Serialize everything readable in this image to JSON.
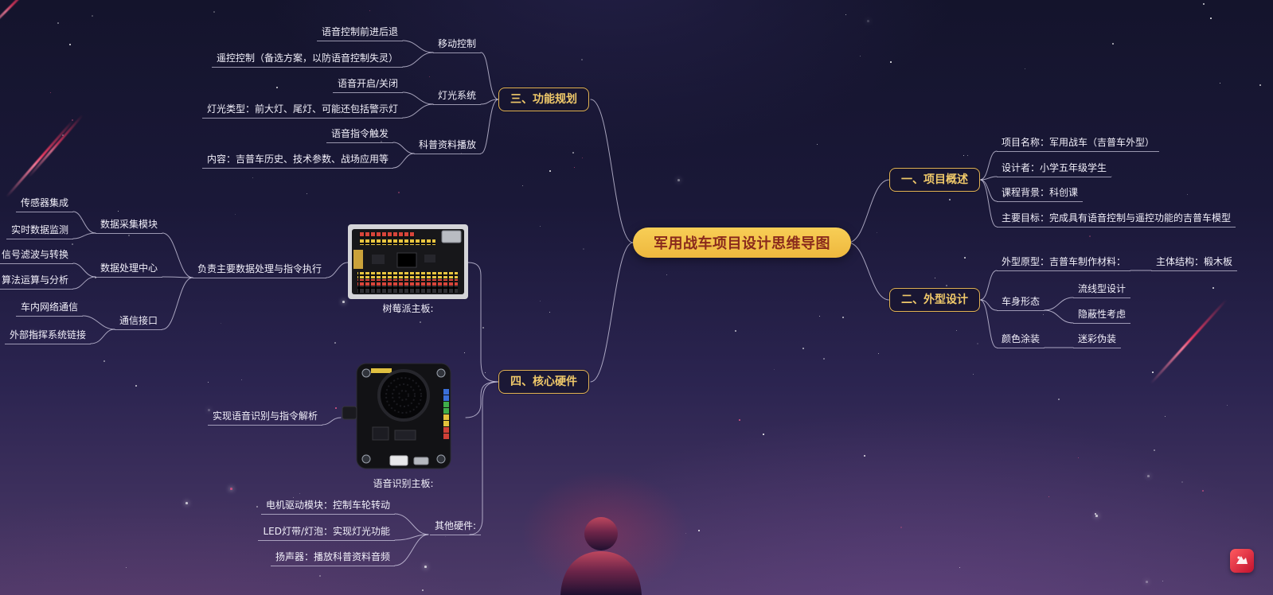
{
  "center_title": "军用战车项目设计思维导图",
  "branch1": {
    "label": "一、项目概述",
    "items": {
      "name": "项目名称：军用战车（吉普车外型）",
      "designer": "设计者：小学五年级学生",
      "course": "课程背景：科创课",
      "goal": "主要目标：完成具有语音控制与遥控功能的吉普车模型"
    }
  },
  "branch2": {
    "label": "二、外型设计",
    "items": {
      "prototype": "外型原型：吉普车制作材料：",
      "structure": "主体结构：椴木板",
      "shape": "车身形态",
      "streamline": "流线型设计",
      "stealth": "隐蔽性考虑",
      "paint": "颜色涂装",
      "camo": "迷彩伪装"
    }
  },
  "branch3": {
    "label": "三、功能规划",
    "items": {
      "move": "移动控制",
      "move_voice": "语音控制前进后退",
      "move_remote": "遥控控制（备选方案，以防语音控制失灵）",
      "light": "灯光系统",
      "light_voice": "语音开启/关闭",
      "light_types": "灯光类型：前大灯、尾灯、可能还包括警示灯",
      "edu": "科普资料播放",
      "edu_trigger": "语音指令触发",
      "edu_content": "内容：吉普车历史、技术参数、战场应用等"
    }
  },
  "branch4": {
    "label": "四、核心硬件",
    "items": {
      "pi_caption": "树莓派主板:",
      "pi_role": "负责主要数据处理与指令执行",
      "collect": "数据采集模块",
      "collect_sensor": "传感器集成",
      "collect_monitor": "实时数据监测",
      "process": "数据处理中心",
      "process_filter": "信号滤波与转换",
      "process_algo": "算法运算与分析",
      "comm": "通信接口",
      "comm_internal": "车内网络通信",
      "comm_external": "外部指挥系统链接",
      "voice_caption": "语音识别主板:",
      "voice_role": "实现语音识别与指令解析",
      "other": "其他硬件:",
      "other_motor": "电机驱动模块：控制车轮转动",
      "other_led": "LED灯带/灯泡：实现灯光功能",
      "other_speaker": "扬声器：播放科普资料音频"
    }
  },
  "colors": {
    "accent_gold": "#F0C96A",
    "center_bg": "#F2C34A",
    "center_text": "#8A2A1C",
    "connector": "#DEDAF0",
    "leaf_text": "#F2F0FA",
    "streak_pink": "#F13960"
  }
}
